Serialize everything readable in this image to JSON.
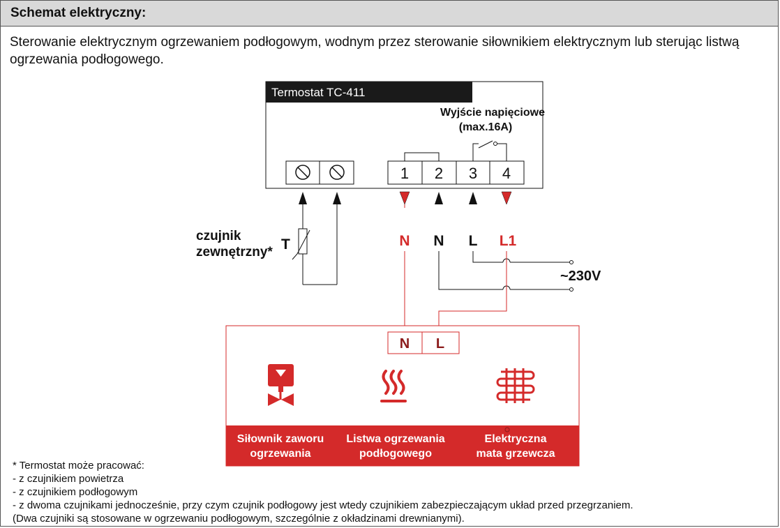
{
  "header": {
    "title": "Schemat elektryczny:"
  },
  "intro": "Sterowanie elektrycznym ogrzewaniem podłogowym, wodnym przez sterowanie siłownikiem elektrycznym lub sterując listwą ogrzewania podłogowego.",
  "thermostat": {
    "name": "Termostat TC-411",
    "output_label_1": "Wyjście napięciowe",
    "output_label_2": "(max.16A)",
    "terminals": [
      "1",
      "2",
      "3",
      "4"
    ]
  },
  "sensor": {
    "label_1": "czujnik",
    "label_2": "zewnętrzny*",
    "symbol": "T"
  },
  "wires": {
    "n_red": "N",
    "n_black": "N",
    "l_black": "L",
    "l1_red": "L1"
  },
  "supply": {
    "label": "~230V"
  },
  "load": {
    "terminals": [
      "N",
      "L"
    ],
    "devices": [
      {
        "line1": "Siłownik zaworu",
        "line2": "ogrzewania",
        "icon": "valve-actuator-icon"
      },
      {
        "line1": "Listwa ogrzewania",
        "line2": "podłogowego",
        "icon": "heating-strip-icon"
      },
      {
        "line1": "Elektryczna",
        "line2": "mata grzewcza",
        "icon": "heating-mat-icon"
      }
    ]
  },
  "notes": [
    "* Termostat może pracować:",
    "- z czujnikiem powietrza",
    "- z czujnikiem podłogowym",
    "- z dwoma czujnikami jednocześnie, przy czym czujnik podłogowy jest wtedy czujnikiem zabezpieczającym układ przed przegrzaniem.",
    "(Dwa czujniki są stosowane w ogrzewaniu podłogowym, szczególnie z okładzinami drewnianymi)."
  ],
  "colors": {
    "red": "#d42a2a",
    "dark_red": "#8b1a1a",
    "black": "#111111",
    "header_bg": "#d9d9d9"
  }
}
